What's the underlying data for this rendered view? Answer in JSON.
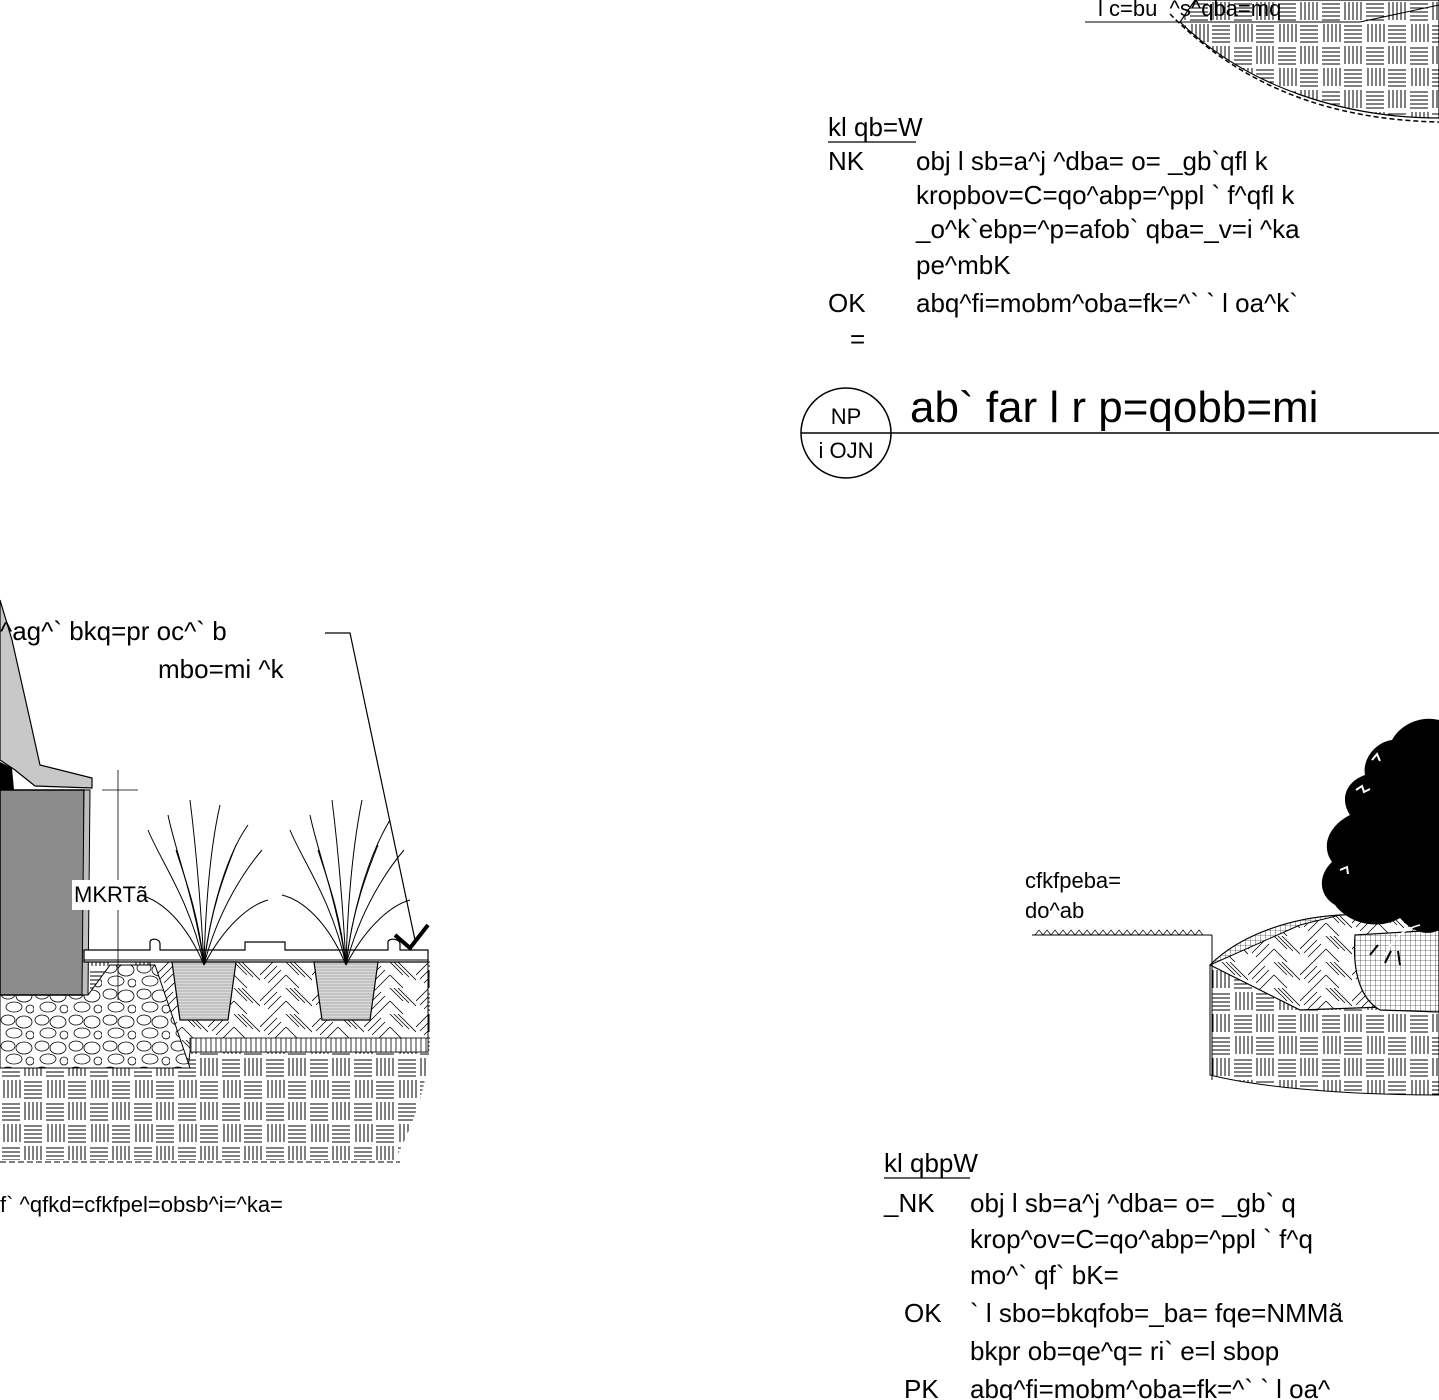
{
  "top_section": {
    "leader_label": "l c=bu  ^s^qba=mq",
    "notes_heading": "kl qb=W",
    "notes": [
      {
        "num": "NK",
        "lines": [
          "obj l sb=a^j ^dba= o= _gb`qfl k",
          "kropbov=C=qo^abp=^ppl ` f^qfl k",
          "_o^k`ebp=^p=afob` qba=_v=i ^ka",
          "pe^mbK"
        ]
      },
      {
        "num": "OK",
        "lines": [
          "abq^fi=mobm^oba=fk=^` ` l oa^k`"
        ]
      },
      {
        "num": "=",
        "lines": []
      }
    ],
    "detail_callout": {
      "number": "NP",
      "sheet": "i OJN"
    },
    "detail_title": "ab` far l r p=qobb=mi"
  },
  "left_detail": {
    "label_top_line1": "^ag^` bkq=pr oc^` b",
    "label_top_line2": "mbo=mi ^k",
    "dimension_label": "MKRTã",
    "bottom_label": "f` ^qfkd=cfkfpel=obsb^i=^ka="
  },
  "right_detail": {
    "label_line1": "cfkfpeba=",
    "label_line2": "do^ab"
  },
  "bottom_notes": {
    "heading": "kl qbpW",
    "notes": [
      {
        "num": "_NK",
        "lines": [
          "obj l sb=a^j ^dba= o= _gb` q",
          "krop^ov=C=qo^abp=^ppl ` f^q",
          "mo^` qf` bK="
        ]
      },
      {
        "num": "OK",
        "lines": [
          "` l sbo=bkqfob=_ba= fqe=NMMã",
          "bkpr ob=qe^q= ri` e=l sbop"
        ]
      },
      {
        "num": "PK",
        "lines": [
          "abq^fi=mobm^oba=fk=^` ` l oa^"
        ]
      }
    ]
  }
}
